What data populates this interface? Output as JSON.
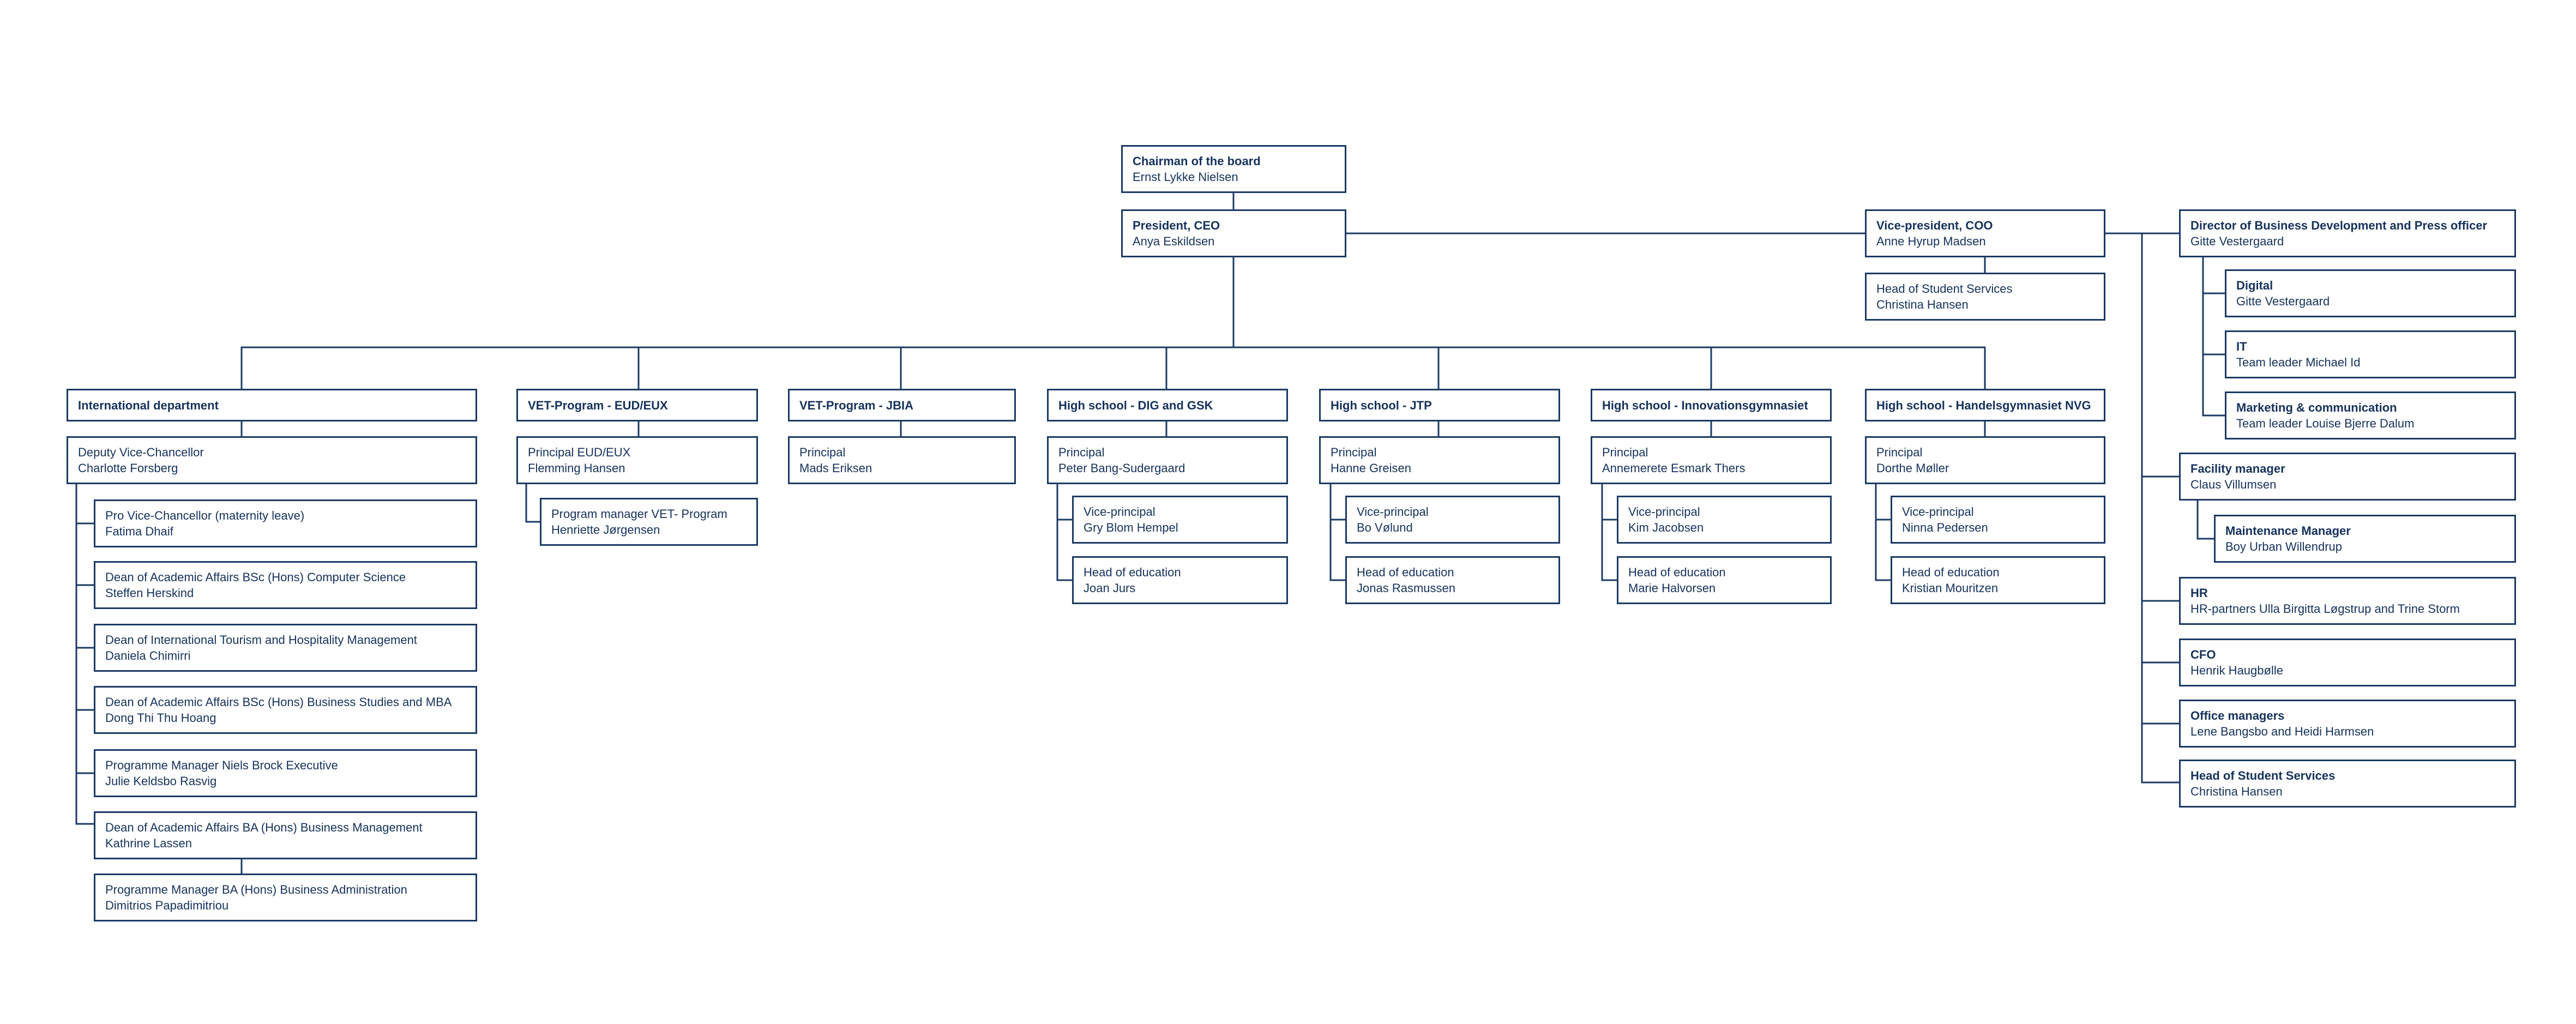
{
  "nodes": {
    "chairman": {
      "title": "Chairman of the board",
      "name": "Ernst Lykke Nielsen"
    },
    "president": {
      "title": "President, CEO",
      "name": "Anya Eskildsen"
    },
    "vp_coo": {
      "title": "Vice-president, COO",
      "name": "Anne Hyrup Madsen"
    },
    "head_student_services_coo": {
      "title": "Head of Student Services",
      "name": "Christina Hansen"
    },
    "director_bd": {
      "title": "Director of Business Development  and Press officer",
      "name": "Gitte Vestergaard"
    },
    "digital": {
      "title": "Digital",
      "name": "Gitte Vestergaard"
    },
    "it": {
      "title": "IT",
      "name": "Team leader Michael Id"
    },
    "marketing": {
      "title": "Marketing & communication",
      "name": "Team leader Louise Bjerre Dalum"
    },
    "facility": {
      "title": "Facility manager",
      "name": "Claus Villumsen"
    },
    "maintenance": {
      "title": "Maintenance Manager",
      "name": "Boy Urban Willendrup"
    },
    "hr": {
      "title": "HR",
      "name": "HR-partners Ulla Birgitta Løgstrup and Trine Storm"
    },
    "cfo": {
      "title": "CFO",
      "name": "Henrik Haugbølle"
    },
    "office": {
      "title": "Office managers",
      "name": "Lene Bangsbo and Heidi Harmsen"
    },
    "head_student_services_staff": {
      "title": "Head of Student Services",
      "name": "Christina Hansen"
    },
    "intl": {
      "title": "International department"
    },
    "deputy_vc": {
      "title": "Deputy Vice-Chancellor",
      "name": "Charlotte Forsberg"
    },
    "pro_vc": {
      "title": "Pro Vice-Chancellor (maternity leave)",
      "name": "Fatima Dhaif"
    },
    "dean_cs": {
      "title": "Dean of Academic Affairs BSc (Hons) Computer Science",
      "name": "Steffen Herskind"
    },
    "dean_tourism": {
      "title": "Dean of International Tourism and Hospitality Management",
      "name": "Daniela Chimirri"
    },
    "dean_bs_mba": {
      "title": "Dean of Academic Affairs BSc (Hons) Business Studies and MBA",
      "name": "Dong Thi Thu Hoang"
    },
    "pm_executive": {
      "title": "Programme Manager Niels Brock Executive",
      "name": "Julie Keldsbo Rasvig"
    },
    "dean_ba_bm": {
      "title": "Dean of Academic Affairs BA (Hons) Business Management",
      "name": "Kathrine Lassen"
    },
    "pm_ba_ba": {
      "title": "Programme Manager BA (Hons) Business Administration",
      "name": "Dimitrios Papadimitriou"
    },
    "vet_eud": {
      "title": "VET-Program - EUD/EUX"
    },
    "principal_eud": {
      "title": "Principal EUD/EUX",
      "name": "Flemming Hansen"
    },
    "pm_vet": {
      "title": "Program manager VET- Program",
      "name": "Henriette Jørgensen"
    },
    "vet_jbia": {
      "title": "VET-Program - JBIA"
    },
    "principal_jbia": {
      "title": "Principal",
      "name": "Mads Eriksen"
    },
    "hs_dig": {
      "title": "High school - DIG and GSK"
    },
    "principal_dig": {
      "title": "Principal",
      "name": "Peter Bang-Sudergaard"
    },
    "vp_dig": {
      "title": "Vice-principal",
      "name": "Gry Blom Hempel"
    },
    "hoe_dig": {
      "title": "Head of education",
      "name": "Joan Jurs"
    },
    "hs_jtp": {
      "title": "High school - JTP"
    },
    "principal_jtp": {
      "title": "Principal",
      "name": "Hanne Greisen"
    },
    "vp_jtp": {
      "title": "Vice-principal",
      "name": "Bo Vølund"
    },
    "hoe_jtp": {
      "title": "Head of education",
      "name": "Jonas Rasmussen"
    },
    "hs_innov": {
      "title": "High school - Innovationsgymnasiet"
    },
    "principal_innov": {
      "title": "Principal",
      "name": "Annemerete Esmark Thers"
    },
    "vp_innov": {
      "title": "Vice-principal",
      "name": "Kim Jacobsen"
    },
    "hoe_innov": {
      "title": "Head of education",
      "name": "Marie Halvorsen"
    },
    "hs_nvg": {
      "title": "High school - Handelsgymnasiet NVG"
    },
    "principal_nvg": {
      "title": "Principal",
      "name": "Dorthe Møller"
    },
    "vp_nvg": {
      "title": "Vice-principal",
      "name": "Ninna Pedersen"
    },
    "hoe_nvg": {
      "title": "Head of education",
      "name": "Kristian Mouritzen"
    }
  },
  "colors": {
    "box_border": "#1b3a64",
    "line": "#1b3a64",
    "text": "#16325c",
    "background": "#ffffff"
  }
}
